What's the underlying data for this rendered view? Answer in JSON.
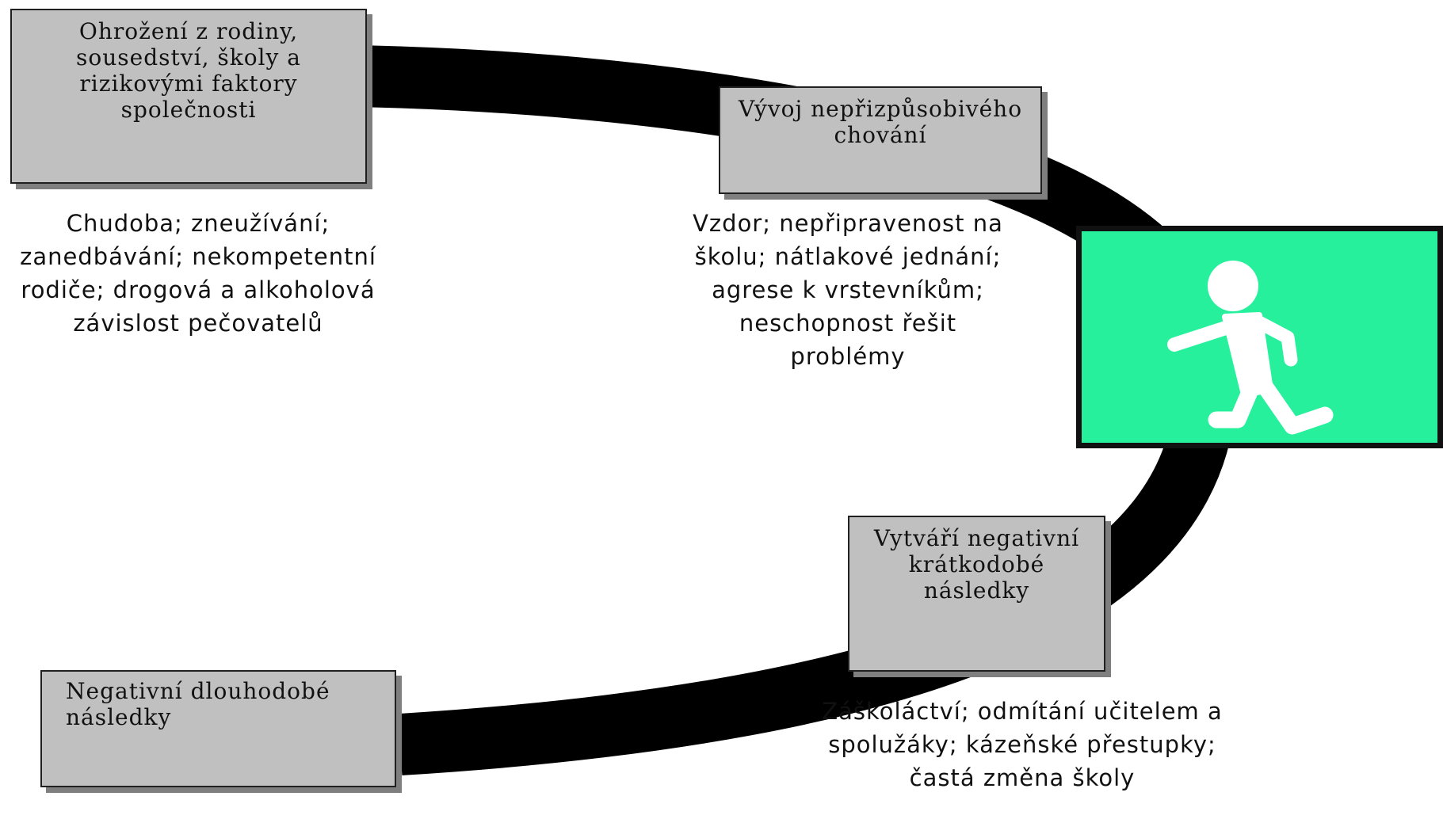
{
  "boxes": {
    "threat": "Ohrožení z rodiny, sousedství, školy a rizikovými   faktory společnosti",
    "development": "Vývoj nepřizpůsobivého chování",
    "short_term": "Vytváří negativní krátkodobé následky",
    "long_term": "Negativní dlouhodobé následky"
  },
  "descriptions": {
    "threat": "Chudoba; zneužívání; zanedbávání; nekompetentní rodiče; drogová a alkoholová závislost pečovatelů",
    "development": "Vzdor; nepřipravenost na školu; nátlakové jednání; agrese k vrstevníkům; neschopnost řešit problémy",
    "short_term": "Záškoláctví; odmítání učitelem a spolužáky; kázeňské přestupky; častá změna školy"
  },
  "icon": "walking-person-icon",
  "colors": {
    "box_fill": "#c0c0c0",
    "arc": "#000000",
    "icon_tile": "#26f09b",
    "figure": "#ffffff"
  }
}
